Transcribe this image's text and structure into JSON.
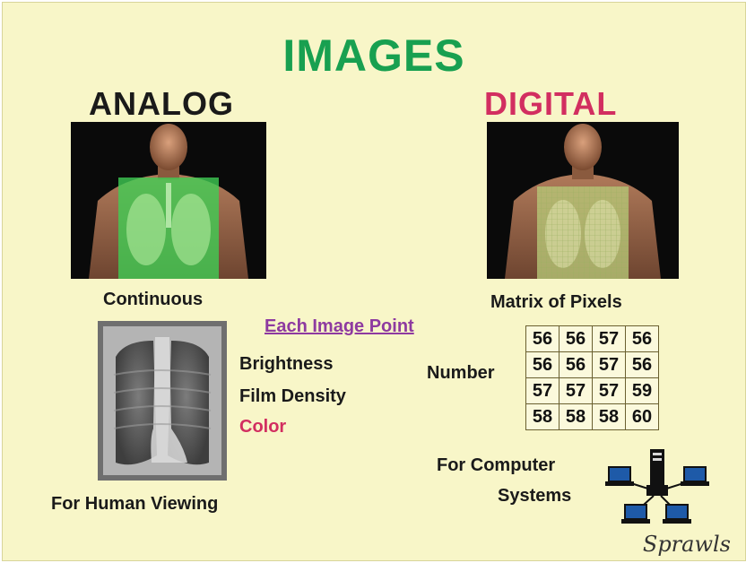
{
  "title": "IMAGES",
  "analog": {
    "heading": "ANALOG",
    "caption": "Continuous",
    "footer": "For Human Viewing"
  },
  "digital": {
    "heading": "DIGITAL",
    "caption": "Matrix of Pixels",
    "footer_line1": "For Computer",
    "footer_line2": "Systems"
  },
  "center": {
    "heading": "Each Image Point",
    "items": [
      "Brightness",
      "Film Density",
      "Color"
    ],
    "number_label": "Number"
  },
  "pixel_matrix": [
    [
      "56",
      "56",
      "57",
      "56"
    ],
    [
      "56",
      "56",
      "57",
      "56"
    ],
    [
      "57",
      "57",
      "57",
      "59"
    ],
    [
      "58",
      "58",
      "58",
      "60"
    ]
  ],
  "signature": "Sprawls",
  "colors": {
    "background": "#f8f6c8",
    "title": "#18a050",
    "digital_heading": "#d22e60",
    "accent_link": "#8e3aa0",
    "color_item": "#d22e60"
  }
}
